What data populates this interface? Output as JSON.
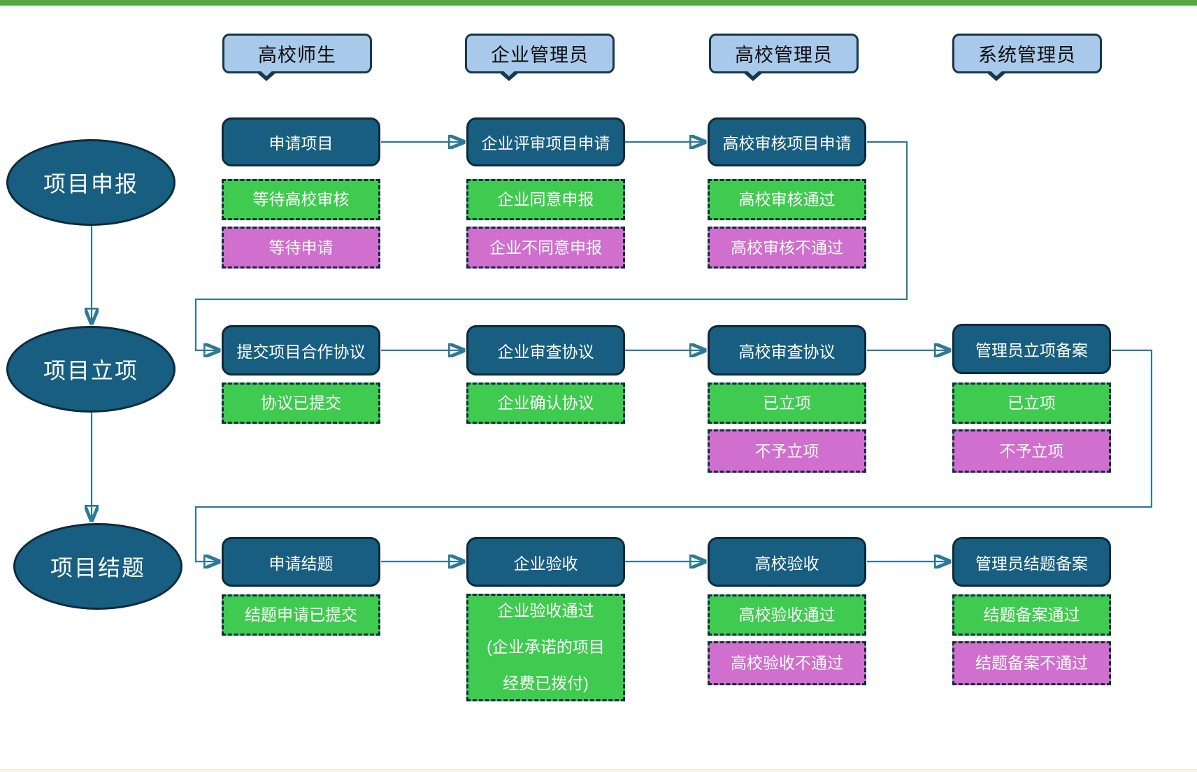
{
  "colors": {
    "top_bar": "#56A940",
    "node_fill": "#175E80",
    "node_border": "#0D2B3D",
    "role_fill": "#A9C9EB",
    "role_border": "#16374E",
    "success_fill": "#3FCB4F",
    "fail_fill": "#D06FCD",
    "status_border": "#0E2C3F",
    "connector": "#2D7996"
  },
  "roles": [
    {
      "label": "高校师生"
    },
    {
      "label": "企业管理员"
    },
    {
      "label": "高校管理员"
    },
    {
      "label": "系统管理员"
    }
  ],
  "phases": [
    {
      "label": "项目申报"
    },
    {
      "label": "项目立项"
    },
    {
      "label": "项目结题"
    }
  ],
  "rows": [
    {
      "steps": [
        {
          "title": "申请项目",
          "statuses": [
            {
              "kind": "success",
              "text": "等待高校审核"
            },
            {
              "kind": "fail",
              "text": "等待申请"
            }
          ]
        },
        {
          "title": "企业评审项目申请",
          "statuses": [
            {
              "kind": "success",
              "text": "企业同意申报"
            },
            {
              "kind": "fail",
              "text": "企业不同意申报"
            }
          ]
        },
        {
          "title": "高校审核项目申请",
          "statuses": [
            {
              "kind": "success",
              "text": "高校审核通过"
            },
            {
              "kind": "fail",
              "text": "高校审核不通过"
            }
          ]
        }
      ]
    },
    {
      "steps": [
        {
          "title": "提交项目合作协议",
          "statuses": [
            {
              "kind": "success",
              "text": "协议已提交"
            }
          ]
        },
        {
          "title": "企业审查协议",
          "statuses": [
            {
              "kind": "success",
              "text": "企业确认协议"
            }
          ]
        },
        {
          "title": "高校审查协议",
          "statuses": [
            {
              "kind": "success",
              "text": "已立项"
            },
            {
              "kind": "fail",
              "text": "不予立项"
            }
          ]
        },
        {
          "title": "管理员立项备案",
          "statuses": [
            {
              "kind": "success",
              "text": "已立项"
            },
            {
              "kind": "fail",
              "text": "不予立项"
            }
          ]
        }
      ]
    },
    {
      "steps": [
        {
          "title": "申请结题",
          "statuses": [
            {
              "kind": "success",
              "text": "结题申请已提交"
            }
          ]
        },
        {
          "title": "企业验收",
          "statuses": [
            {
              "kind": "success",
              "text": "企业验收通过\n(企业承诺的项目\n经费已拨付)"
            }
          ]
        },
        {
          "title": "高校验收",
          "statuses": [
            {
              "kind": "success",
              "text": "高校验收通过"
            },
            {
              "kind": "fail",
              "text": "高校验收不通过"
            }
          ]
        },
        {
          "title": "管理员结题备案",
          "statuses": [
            {
              "kind": "success",
              "text": "结题备案通过"
            },
            {
              "kind": "fail",
              "text": "结题备案不通过"
            }
          ]
        }
      ]
    }
  ]
}
